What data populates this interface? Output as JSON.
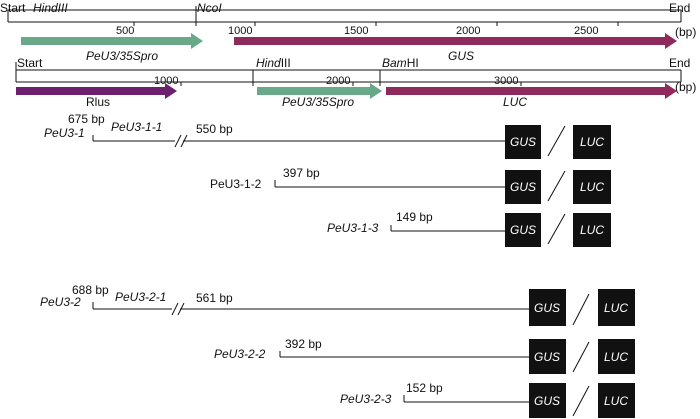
{
  "colors": {
    "green_arrow": "#6aa88a",
    "magenta_arrow": "#8e2b5c",
    "purple_arrow": "#6e1f6e",
    "box": "#111111"
  },
  "map1": {
    "start_label": "Start",
    "hindiii": "HindIII",
    "ncoi": "NcoI",
    "end_label": "End",
    "bp_unit": "(bp)",
    "ticks": [
      "500",
      "1000",
      "1500",
      "2000",
      "2500"
    ],
    "promoter_label": "PeU3/35Spro",
    "gus_label": "GUS"
  },
  "map2": {
    "start_label": "Start",
    "hindiii": "HindIII",
    "bamhi": "BamHI",
    "end_label": "End",
    "bp_unit": "(bp)",
    "ticks": [
      "1000",
      "2000",
      "3000"
    ],
    "rlus_label": "Rlus",
    "promoter_label": "PeU3/35Spro",
    "luc_label": "LUC"
  },
  "constructs1": {
    "c1_name": "PeU3-1",
    "c1_upstream_bp": "675 bp",
    "c1_sub": "PeU3-1-1",
    "c1_downstream_bp": "550 bp",
    "c2_name": "PeU3-1-2",
    "c2_bp": "397 bp",
    "c3_name": "PeU3-1-3",
    "c3_bp": "149 bp"
  },
  "constructs2": {
    "c1_name": "PeU3-2",
    "c1_upstream_bp": "688 bp",
    "c1_sub": "PeU3-2-1",
    "c1_downstream_bp": "561 bp",
    "c2_name": "PeU3-2-2",
    "c2_bp": "392 bp",
    "c3_name": "PeU3-2-3",
    "c3_bp": "152 bp"
  },
  "reporters": {
    "gus": "GUS",
    "luc": "LUC"
  }
}
